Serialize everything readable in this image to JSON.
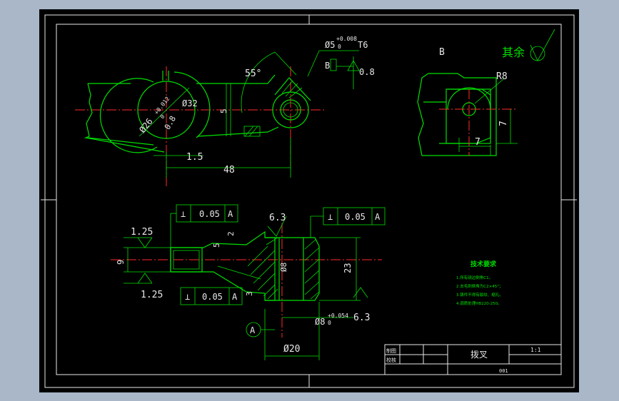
{
  "view_top": {
    "dim_bore": "Ø26",
    "dim_bore_tol_upper": "+0.012",
    "dim_bore_tol_lower": "0",
    "dim_boss": "Ø32",
    "dim_width": "5",
    "dim_web": "0.8",
    "dim_slot": "1.5",
    "dim_center": "48",
    "dim_angle": "55°",
    "dim_pin": "Ø5",
    "dim_pin_tol_upper": "+0.008",
    "dim_pin_tol_lower": "0",
    "dim_depth": "T6",
    "datum_b": "B",
    "rough_pin": "0.8"
  },
  "view_side": {
    "label_b": "B",
    "dim_radius": "R8",
    "dim_w": "7",
    "dim_h": "7",
    "rough_other": "其余"
  },
  "view_front": {
    "tol_upper_symbol": "⊥",
    "tol_upper_value": "0.05",
    "tol_upper_datum": "A",
    "tol_right_symbol": "⊥",
    "tol_right_value": "0.05",
    "tol_right_datum": "A",
    "tol_lower_symbol": "⊥",
    "tol_lower_value": "0.05",
    "tol_lower_datum": "A",
    "rough_top": "1.25",
    "rough_bottom": "1.25",
    "rough_boss_top": "6.3",
    "rough_boss_bottom": "6.3",
    "dim_9": "9",
    "dim_2": "2",
    "dim_5": "5",
    "dim_3": "3",
    "dim_phi": "Ø8",
    "dim_23": "23",
    "dim_hole": "Ø8",
    "dim_hole_tol_upper": "+0.054",
    "dim_hole_tol_lower": "0",
    "dim_d20": "Ø20",
    "datum_a": "A"
  },
  "notes": {
    "title": "技术要求",
    "items": [
      "1.所有锐边倒角C1。",
      "2.去毛刺倒角为C2×45°；",
      "3.铸件不得有裂纹、缩孔。",
      "4.调质处理HB220-250。"
    ]
  },
  "title_block": {
    "drawn_label": "制图",
    "check_label": "校核",
    "part_name": "拨叉",
    "scale": "1:1",
    "drawing_no": "001"
  }
}
